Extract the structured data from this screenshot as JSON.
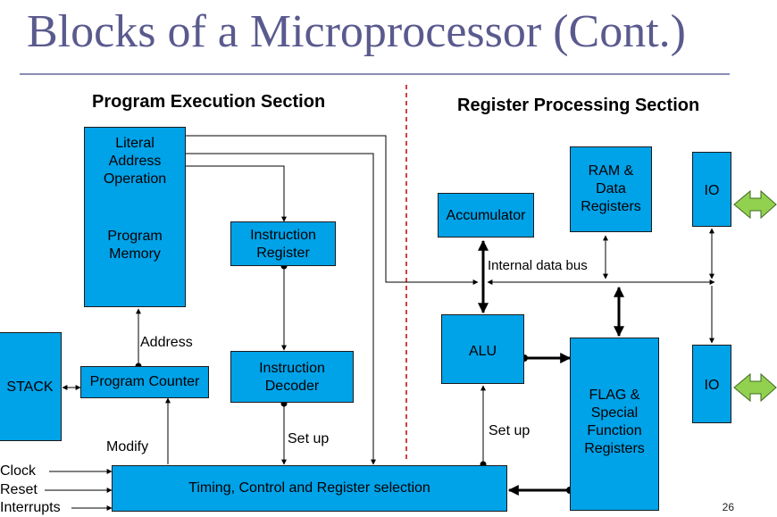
{
  "title": "Blocks of a Microprocessor (Cont.)",
  "sections": {
    "left": "Program Execution Section",
    "right": "Register Processing Section"
  },
  "blocks": {
    "program_memory": [
      "Literal",
      "Address",
      "Operation",
      "Program",
      "Memory"
    ],
    "instruction_register": [
      "Instruction",
      "Register"
    ],
    "instruction_decoder": [
      "Instruction",
      "Decoder"
    ],
    "program_counter": "Program Counter",
    "stack": "STACK",
    "accumulator": "Accumulator",
    "ram": [
      "RAM &",
      "Data",
      "Registers"
    ],
    "io_top": "IO",
    "io_bottom": "IO",
    "alu": "ALU",
    "flag": [
      "FLAG &",
      "Special",
      "Function",
      "Registers"
    ],
    "timing": "Timing, Control and Register selection"
  },
  "labels": {
    "address": "Address",
    "modify": "Modify",
    "setup_left": "Set up",
    "setup_right": "Set up",
    "internal_bus": "Internal data bus",
    "clock": "Clock",
    "reset": "Reset",
    "interrupts": "Interrupts"
  },
  "page_number": "26",
  "colors": {
    "block_fill": "#00a2e8",
    "arrow_green": "#92d050",
    "divider_red": "#c00000",
    "title_color": "#5a5a8f"
  }
}
